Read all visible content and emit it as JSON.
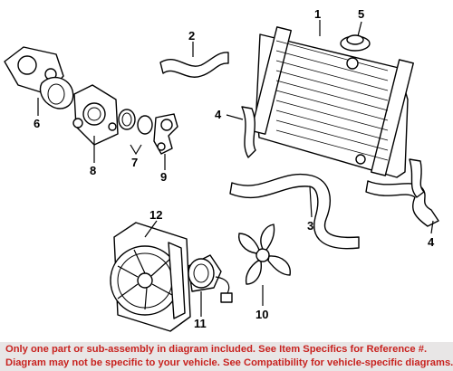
{
  "callouts": [
    "1",
    "2",
    "3",
    "4",
    "4",
    "5",
    "6",
    "7",
    "8",
    "9",
    "10",
    "11",
    "12"
  ],
  "footer": {
    "line1": "Only one part or sub-assembly in diagram included. See Item Specifics for Reference #.",
    "line2": "Diagram may not be specific to your vehicle. See Compatibility for vehicle-specific diagrams."
  },
  "colors": {
    "footer_text": "#c8221f",
    "footer_bg": "#e8e6e6"
  }
}
